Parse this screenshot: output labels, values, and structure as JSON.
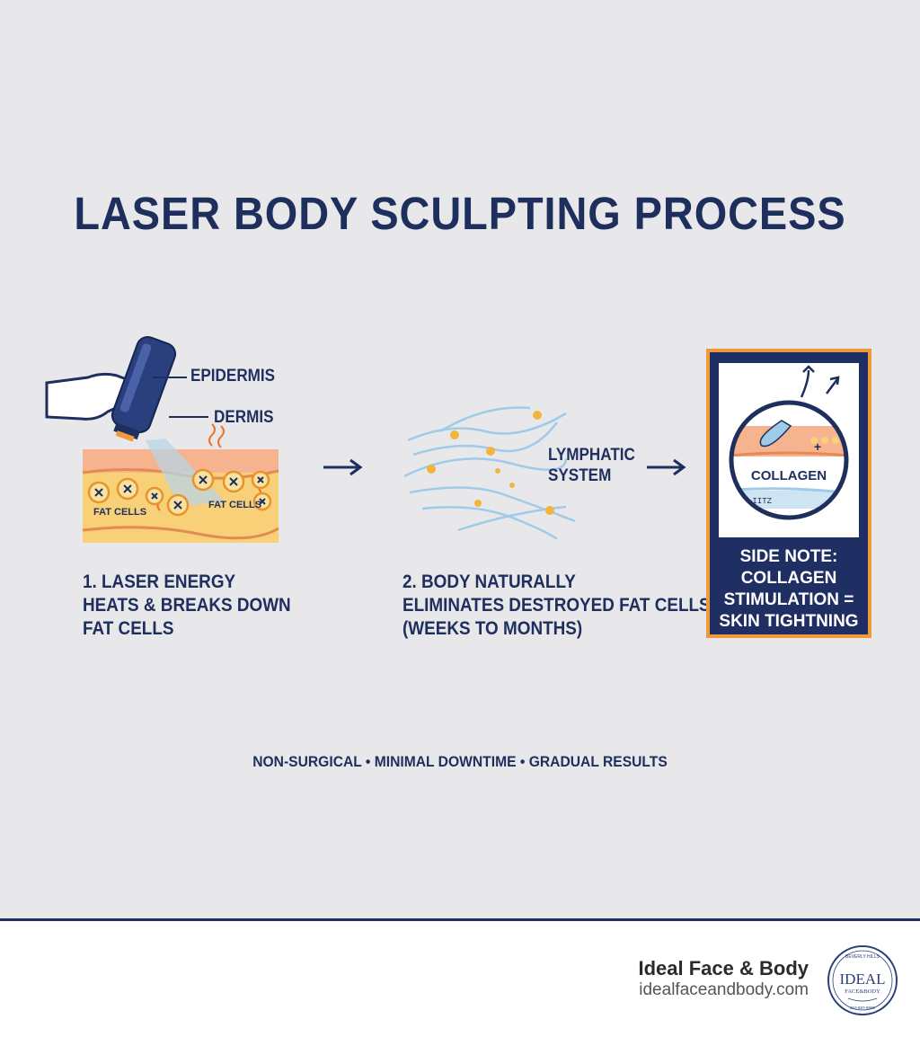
{
  "title": "LASER BODY SCULPTING PROCESS",
  "step1": {
    "labels": {
      "epidermis": "EPIDERMIS",
      "dermis": "DERMIS",
      "fat_cells": "FAT CELLS"
    },
    "caption": "1. LASER ENERGY\nHEATS & BREAKS DOWN\nFAT CELLS"
  },
  "step2": {
    "label": "LYMPHATIC\nSYSTEM",
    "caption": "2. BODY NATURALLY\nELIMINATES DESTROYED FAT CELLS\n(WEEKS TO MONTHS)"
  },
  "side_card": {
    "circle_label": "COLLAGEN",
    "note": "SIDE NOTE:\nCOLLAGEN\nSTIMULATION =\nSKIN TIGHTNING"
  },
  "tagline": "NON-SURGICAL • MINIMAL DOWNTIME  •  GRADUAL RESULTS",
  "footer": {
    "brand_name": "Ideal Face & Body",
    "brand_url": "idealfaceandbody.com",
    "logo": {
      "top_text": "BEVERLY HILLS",
      "main": "IDEAL",
      "sub": "FACE&BODY",
      "phone": "310-887-9999"
    }
  },
  "colors": {
    "navy": "#1e2f5e",
    "orange": "#ee9a3a",
    "fat": "#f8d077",
    "skin": "#f3b08a",
    "lymph": "#9fcbe8"
  }
}
